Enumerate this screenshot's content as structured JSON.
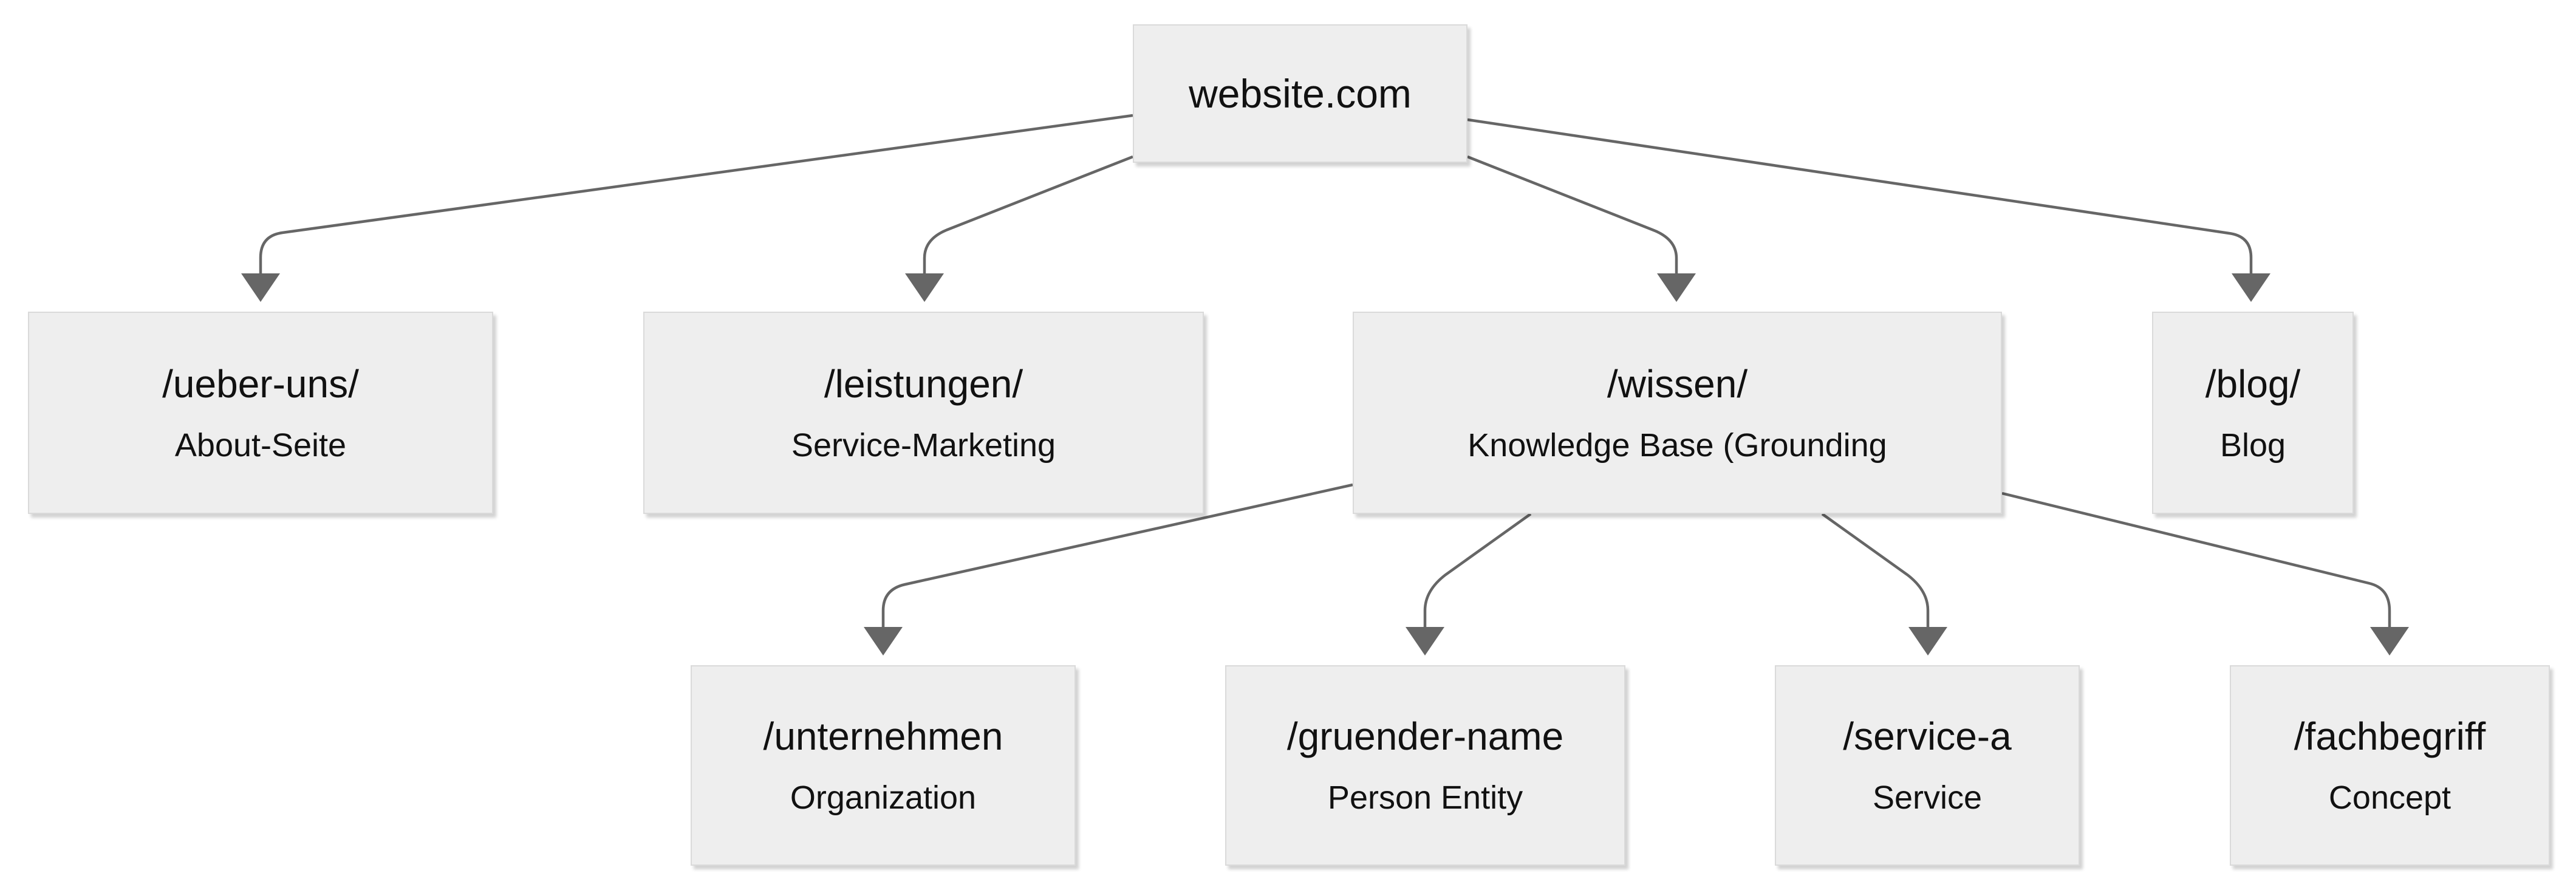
{
  "diagram": {
    "root": {
      "title": "website.com"
    },
    "sections": [
      {
        "title": "/ueber-uns/",
        "subtitle": "About-Seite"
      },
      {
        "title": "/leistungen/",
        "subtitle": "Service-Marketing"
      },
      {
        "title": "/wissen/",
        "subtitle": "Knowledge Base (Grounding"
      },
      {
        "title": "/blog/",
        "subtitle": "Blog"
      }
    ],
    "knowledge_children": [
      {
        "title": "/unternehmen",
        "subtitle": "Organization"
      },
      {
        "title": "/gruender-name",
        "subtitle": "Person Entity"
      },
      {
        "title": "/service-a",
        "subtitle": "Service"
      },
      {
        "title": "/fachbegriff",
        "subtitle": "Concept"
      }
    ],
    "colors": {
      "node_fill": "#eeeeee",
      "node_border": "#dadada",
      "edge": "#666666",
      "text": "#111111"
    }
  }
}
